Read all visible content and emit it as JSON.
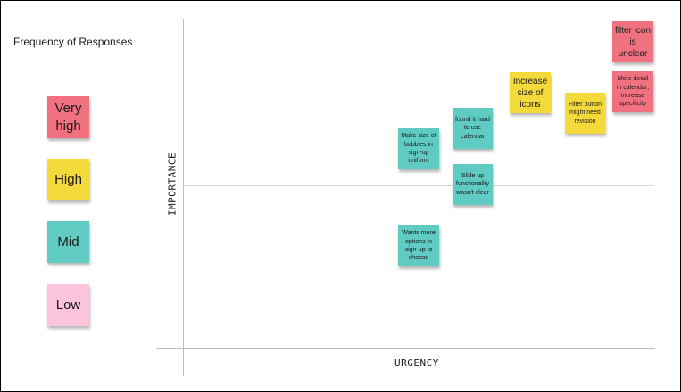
{
  "legend": {
    "title": "Frequency of Responses",
    "levels": [
      {
        "label": "Very high",
        "color": "#f0717f"
      },
      {
        "label": "High",
        "color": "#f4d93a"
      },
      {
        "label": "Mid",
        "color": "#5fcbc2"
      },
      {
        "label": "Low",
        "color": "#f9c4dc"
      }
    ]
  },
  "axes": {
    "x_label": "URGENCY",
    "y_label": "IMPORTANCE"
  },
  "notes": [
    {
      "text": "Make size of bubbles in sign-up uniform",
      "frequency": "Mid"
    },
    {
      "text": "found it hard to use calendar",
      "frequency": "Mid"
    },
    {
      "text": "Slide up functionality wasn't clear",
      "frequency": "Mid"
    },
    {
      "text": "Wants more options in sign-up to choose",
      "frequency": "Mid"
    },
    {
      "text": "Increase size of icons",
      "frequency": "High"
    },
    {
      "text": "Filter button might need revision",
      "frequency": "High"
    },
    {
      "text": "filter icon is unclear",
      "frequency": "Very high"
    },
    {
      "text": "More detail in calendar; increase specificity",
      "frequency": "Very high"
    }
  ]
}
